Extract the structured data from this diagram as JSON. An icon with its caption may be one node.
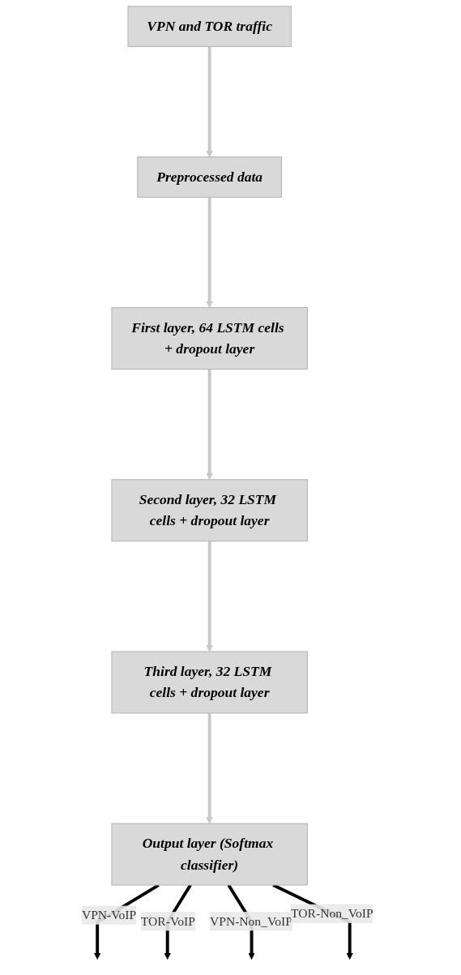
{
  "diagram": {
    "nodes": [
      {
        "text": [
          "VPN and TOR traffic"
        ]
      },
      {
        "text": [
          "Preprocessed data"
        ]
      },
      {
        "text": [
          "First layer, 64 LSTM cells + dropout layer"
        ]
      },
      {
        "text": [
          "Second layer, 32 LSTM cells + dropout layer"
        ]
      },
      {
        "text": [
          "Third layer, 32 LSTM cells + dropout layer"
        ]
      },
      {
        "text": [
          "Output layer (Softmax classifier)"
        ]
      }
    ],
    "edges": [
      {
        "from": 0,
        "to": 1,
        "arrow": "to"
      },
      {
        "from": 1,
        "to": 2,
        "arrow": "to"
      },
      {
        "from": 2,
        "to": 3,
        "arrow": "to"
      },
      {
        "from": 3,
        "to": 4,
        "arrow": "to"
      },
      {
        "from": 4,
        "to": 5,
        "arrow": "to"
      },
      {
        "from": 5,
        "to": null,
        "arrow": "to",
        "label": "VPN-VoIP",
        "color": "#000000"
      },
      {
        "from": 5,
        "to": null,
        "arrow": "to",
        "label": "TOR-VoIP",
        "color": "#000000"
      },
      {
        "from": 5,
        "to": null,
        "arrow": "to",
        "label": "VPN-Non_VoIP",
        "color": "#000000"
      },
      {
        "from": 5,
        "to": null,
        "arrow": "to",
        "label": "TOR-Non_VoIP",
        "color": "#000000"
      }
    ]
  }
}
